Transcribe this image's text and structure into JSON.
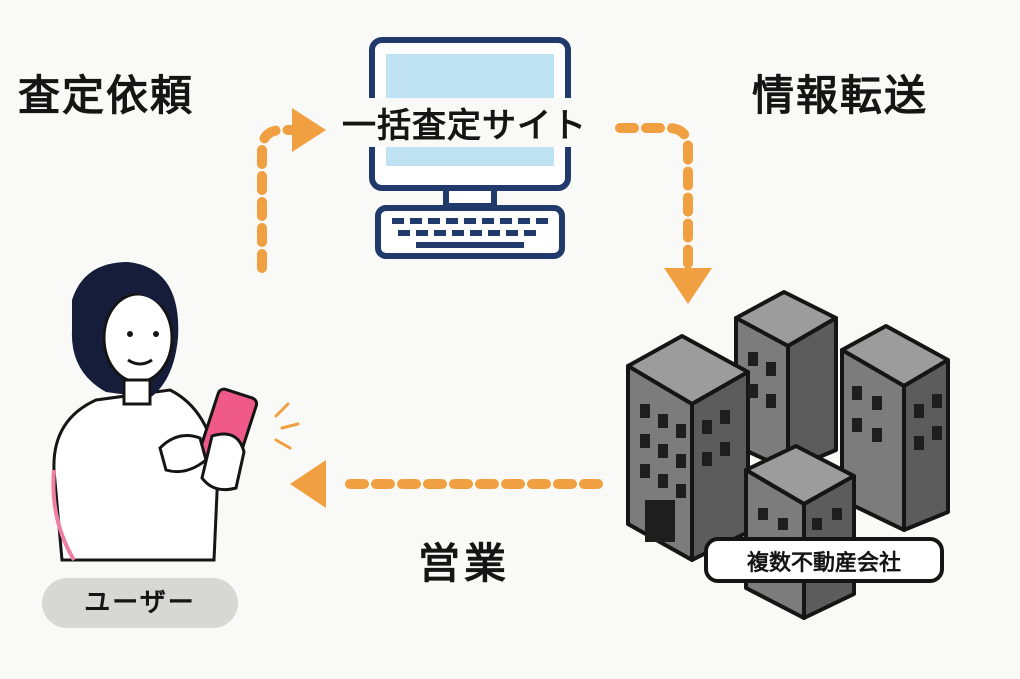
{
  "labels": {
    "request": "査定依頼",
    "transfer": "情報転送",
    "sales": "営業",
    "site": "一括査定サイト",
    "companies": "複数不動産会社",
    "user": "ユーザー"
  },
  "icons": {
    "computer": "desktop-computer-icon",
    "buildings": "office-buildings-icon",
    "user": "woman-with-smartphone-icon"
  },
  "colors": {
    "arrow": "#f0a040",
    "monitor_outline": "#1f3a6b",
    "screen": "#bfe3f2",
    "phone": "#ef5a8a",
    "building": "#8a8a8a",
    "text": "#151515"
  }
}
